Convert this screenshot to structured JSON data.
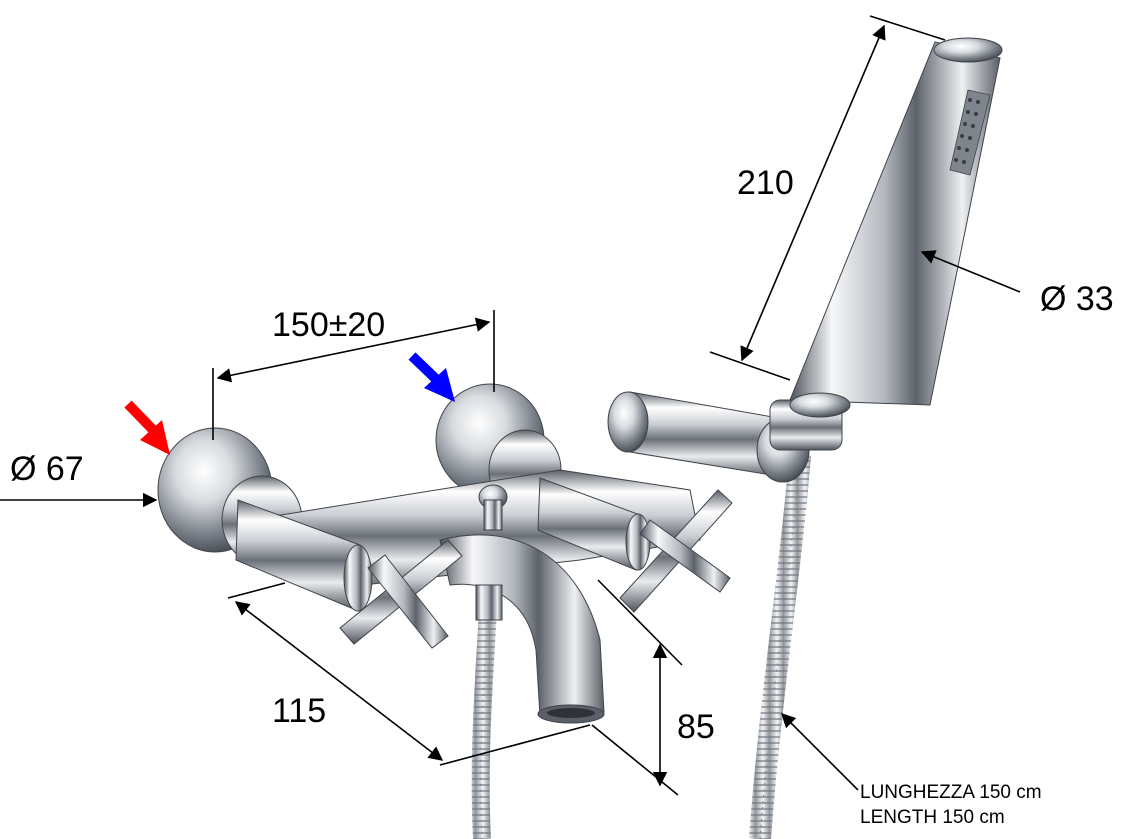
{
  "dimensions": {
    "spacing": "150±20",
    "body_diameter": "Ø 67",
    "hand_shower_length": "210",
    "hand_shower_diameter": "Ø 33",
    "projection": "115",
    "spout_height": "85"
  },
  "hose_note": {
    "italian": "LUNGHEZZA 150 cm",
    "english": "LENGTH 150 cm"
  },
  "arrows": {
    "hot_color": "#ff0000",
    "cold_color": "#0000ff"
  },
  "metal": {
    "chrome_light": "#f4f6f8",
    "chrome_mid": "#b9bec4",
    "chrome_dark": "#4a4f56"
  }
}
